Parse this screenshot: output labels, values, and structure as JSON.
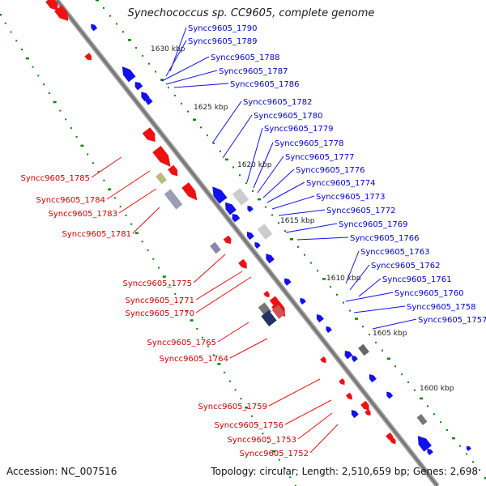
{
  "title": "Synechococcus sp. CC9605, complete genome",
  "footer": {
    "accession": "Accession: NC_007516",
    "summary": "Topology: circular; Length: 2,510,659 bp; Genes: 2,698"
  },
  "colors": {
    "forward_gene": "#ee1111",
    "reverse_gene": "#1111ee",
    "forward_label": "#cc0000",
    "reverse_label": "#0000cc",
    "backbone": "#808080",
    "tick_green": "#008800",
    "other_gray": "#aaaaaa",
    "other_olive": "#bbbb77"
  },
  "scale_labels": [
    "1630 kbp",
    "1625 kbp",
    "1620 kbp",
    "1615 kbp",
    "1610 kbp",
    "1605 kbp",
    "1600 kbp"
  ],
  "reverse_labels": [
    "Syncc9605_1790",
    "Syncc9605_1789",
    "Syncc9605_1788",
    "Syncc9605_1787",
    "Syncc9605_1786",
    "Syncc9605_1782",
    "Syncc9605_1780",
    "Syncc9605_1779",
    "Syncc9605_1778",
    "Syncc9605_1777",
    "Syncc9605_1776",
    "Syncc9605_1774",
    "Syncc9605_1773",
    "Syncc9605_1772",
    "Syncc9605_1769",
    "Syncc9605_1766",
    "Syncc9605_1763",
    "Syncc9605_1762",
    "Syncc9605_1761",
    "Syncc9605_1760",
    "Syncc9605_1758",
    "Syncc9605_1757"
  ],
  "forward_labels": [
    "Syncc9605_1785",
    "Syncc9605_1784",
    "Syncc9605_1783",
    "Syncc9605_1781",
    "Syncc9605_1775",
    "Syncc9605_1771",
    "Syncc9605_1770",
    "Syncc9605_1765",
    "Syncc9605_1764",
    "Syncc9605_1759",
    "Syncc9605_1756",
    "Syncc9605_1753",
    "Syncc9605_1752"
  ]
}
